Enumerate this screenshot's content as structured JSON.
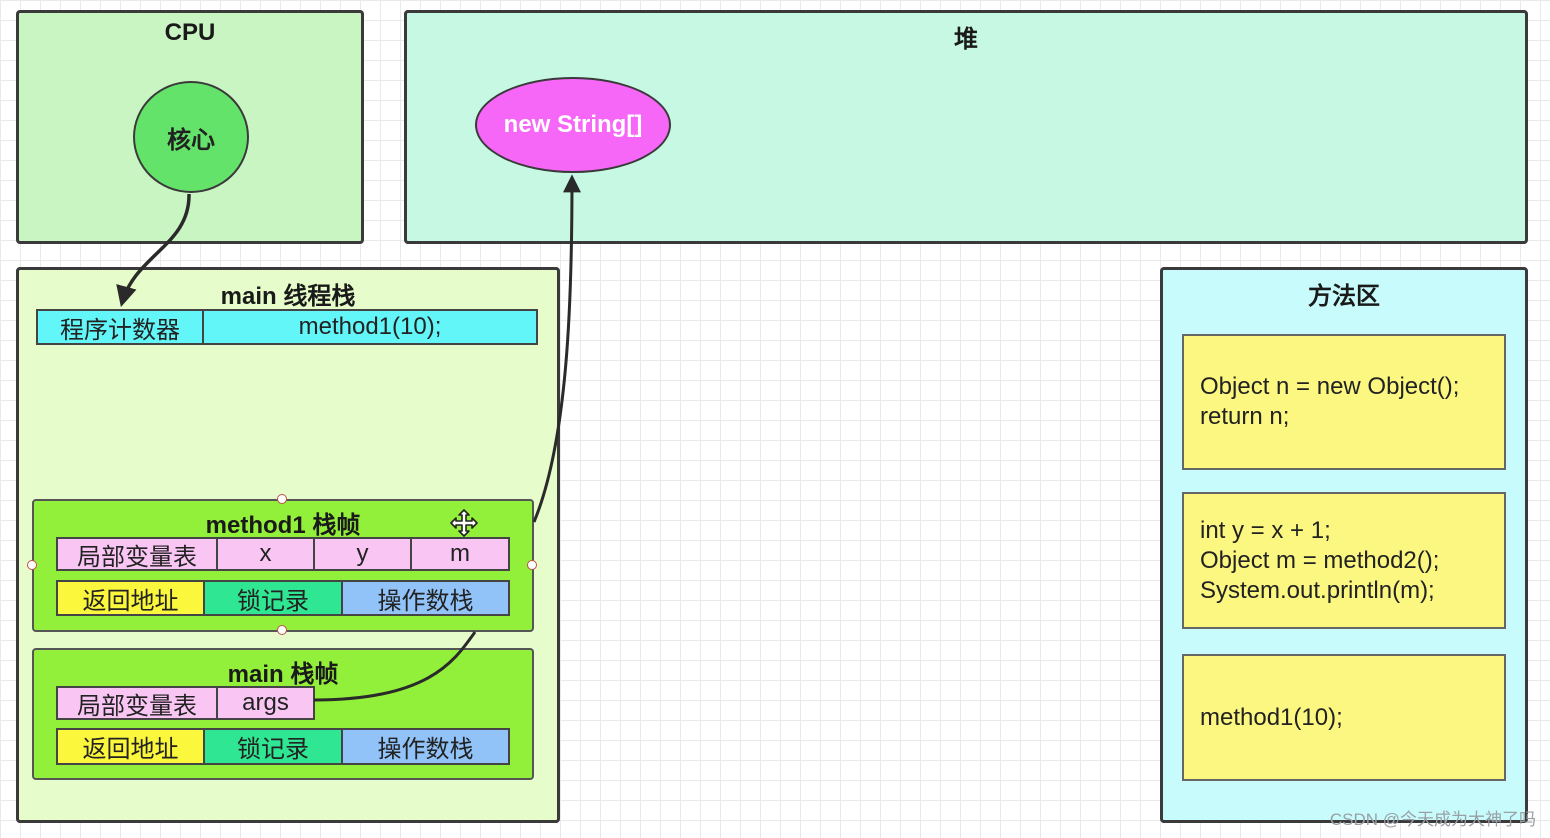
{
  "cpu": {
    "title": "CPU",
    "core": "核心"
  },
  "heap": {
    "title": "堆",
    "object": "new String[]"
  },
  "thread_stack": {
    "title": "main 线程栈",
    "program_counter": {
      "label": "程序计数器",
      "value": "method1(10);"
    },
    "frames": [
      {
        "title": "method1 栈帧",
        "locals_label": "局部变量表",
        "locals": [
          "x",
          "y",
          "m"
        ],
        "return_address": "返回地址",
        "lock_record": "锁记录",
        "operand_stack": "操作数栈"
      },
      {
        "title": "main 栈帧",
        "locals_label": "局部变量表",
        "locals": [
          "args"
        ],
        "return_address": "返回地址",
        "lock_record": "锁记录",
        "operand_stack": "操作数栈"
      }
    ]
  },
  "method_area": {
    "title": "方法区",
    "blocks": [
      {
        "lines": [
          "Object n = new Object();",
          "return n;"
        ]
      },
      {
        "lines": [
          "int y = x + 1;",
          "Object m = method2();",
          "System.out.println(m);"
        ]
      },
      {
        "lines": [
          "method1(10);"
        ]
      }
    ]
  },
  "watermark": "CSDN @今天成为大神了吗",
  "icons": {
    "move_cursor": "move-cursor-icon"
  },
  "colors": {
    "cpu_bg": "#c9f5c3",
    "heap_bg": "#c6f8e4",
    "stack_bg": "#e6fccb",
    "frame_bg": "#93f03a",
    "core": "#64e36a",
    "object": "#f666f7",
    "pc": "#62f6f9",
    "locals": "#f9c6f4",
    "return": "#fbf73c",
    "lock": "#2fe692",
    "operand": "#91c3f8",
    "method_area_bg": "#c8fcfc",
    "code": "#fbf781"
  }
}
